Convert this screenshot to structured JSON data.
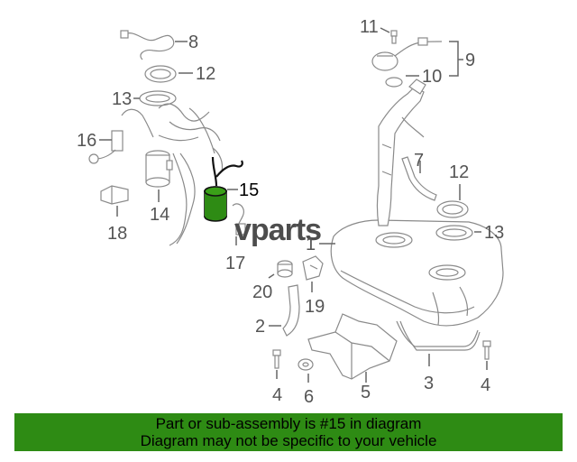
{
  "callouts": {
    "c1": "1",
    "c2": "2",
    "c3": "3",
    "c4a": "4",
    "c4b": "4",
    "c5": "5",
    "c6": "6",
    "c7": "7",
    "c8": "8",
    "c9": "9",
    "c10": "10",
    "c11": "11",
    "c12a": "12",
    "c12b": "12",
    "c13a": "13",
    "c13b": "13",
    "c14": "14",
    "c15": "15",
    "c16": "16",
    "c17": "17",
    "c18": "18",
    "c19": "19",
    "c20": "20"
  },
  "watermark": {
    "text": "vparts"
  },
  "highlight_color": "#2e8b14",
  "footer": {
    "line1": "Part or sub-assembly is #15 in diagram",
    "line2": "Diagram may not be specific to your vehicle"
  }
}
